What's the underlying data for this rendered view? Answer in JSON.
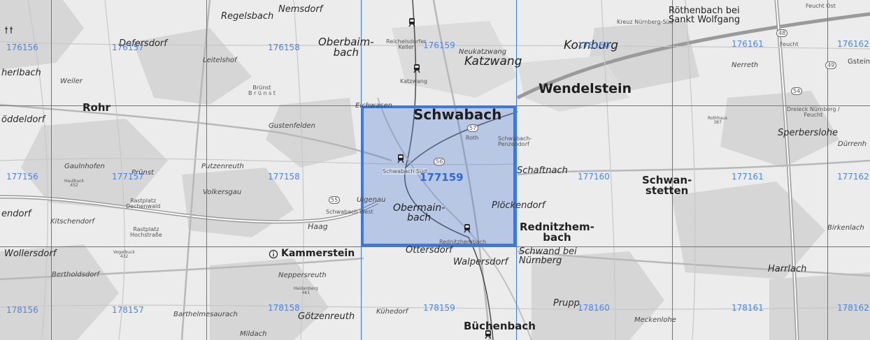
{
  "tiles": [
    {
      "id": "176156"
    },
    {
      "id": "176157"
    },
    {
      "id": "176158"
    },
    {
      "id": "176159"
    },
    {
      "id": "176160"
    },
    {
      "id": "176161"
    },
    {
      "id": "176162"
    },
    {
      "id": "177156"
    },
    {
      "id": "177157"
    },
    {
      "id": "177158"
    },
    {
      "id": "177159"
    },
    {
      "id": "177160"
    },
    {
      "id": "177161"
    },
    {
      "id": "177162"
    },
    {
      "id": "178156"
    },
    {
      "id": "178157"
    },
    {
      "id": "178158"
    },
    {
      "id": "178159"
    },
    {
      "id": "178160"
    },
    {
      "id": "178161"
    },
    {
      "id": "178162"
    }
  ],
  "selected_tile": "177159",
  "places": {
    "regelsbach": "Regelsbach",
    "nemsdorf": "Nemsdorf",
    "defersdorf": "Defersdorf",
    "leitelshof": "Leitelshof",
    "oberbaimbach": "Oberbaim-\nbach",
    "reichelsdorfer_keller": "Reichelsdorfer\nKeller",
    "neukatzwang": "Neukatzwang",
    "katzwang": "Katzwang",
    "katzwang_small": "Katzwang",
    "kornburg": "Kornburg",
    "kreuz": "Kreuz Nürnberg-Süd",
    "rothenbach": "Röthenbach bei\nSankt Wolfgang",
    "feucht": "Feucht",
    "nerreth": "Nerreth",
    "gstein": "Gstein",
    "herlbach": "herlbach",
    "weiler": "Weiler",
    "brunst": "Brünst\nB r ü n s t",
    "wendelstein": "Wendelstein",
    "rohr": "Rohr",
    "oddeldorf": "öddeldorf",
    "eichwasen": "Eichwasen",
    "schwabach": "Schwabach",
    "gustenfelden": "Gustenfelden",
    "roth": "Roth",
    "schwabach_penzendorf": "Schwabach-\nPenzendorf",
    "dreieck": "Dreieck Nürnberg /\nFeucht",
    "sperberslohe": "Sperberslohe",
    "durrenh": "Dürrenh",
    "rothhaus": "Rothhaus\n387",
    "gaulnhofen": "Gaulnhofen",
    "prunst": "Prünst",
    "haulbuck": "Haulbuck\n452",
    "putzenreuth": "Putzenreuth",
    "volkersgau": "Volkersgau",
    "schwabach_west": "Schwabach West",
    "schwabach_sued": "Schwabach Süd",
    "schaftnach": "Schaftnach",
    "schwanstetten": "Schwan-\nstetten",
    "endorf": "endorf",
    "rastplatz_dechenwald": "Rastplatz\nDechenwald",
    "kitschendorf": "Kitschendorf",
    "rastplatz_hochstrasse": "Rastplatz\nHochstraße",
    "uigenau": "Uigenau",
    "obermainbach": "Obermain-\nbach",
    "haag": "Haag",
    "plockendorf": "Plöckendorf",
    "rednitzhembach": "Rednitzhem-\nbach",
    "rednitzhembach_small": "Rednitzhembach",
    "birkenlach": "Birkenlach",
    "wollersdorf": "Wollersdorf",
    "vogelbuck": "Vogelbuck\n432",
    "kammerstein": "Kammerstein",
    "ottersdorf": "Ottersdorf",
    "schwand": "Schwand bei\nNürnberg",
    "walpersdorf": "Walpersdorf",
    "harrlach": "Harrlach",
    "bertholdsdorf": "Bertholdsdorf",
    "neppersreuth": "Neppersreuth",
    "heidenberg": "Heidenberg\n461",
    "barthelmesaurach": "Barthelmesaurach",
    "gotzenreuth": "Götzenreuth",
    "kuhedorf": "Kühedorf",
    "prupp": "Prupp",
    "buchenbach": "Büchenbach",
    "meckenlohe": "Meckenlohe",
    "mildach": "Mildach",
    "feucht_ost": "Feucht Ost",
    "route_57": "57",
    "route_56": "56",
    "route_55": "55",
    "route_48": "48",
    "route_49": "49",
    "route_54": "54"
  },
  "colors": {
    "grid": "#3f7de6",
    "tile_label": "#4a86e8",
    "selected_fill": "rgba(70,120,210,0.32)"
  }
}
